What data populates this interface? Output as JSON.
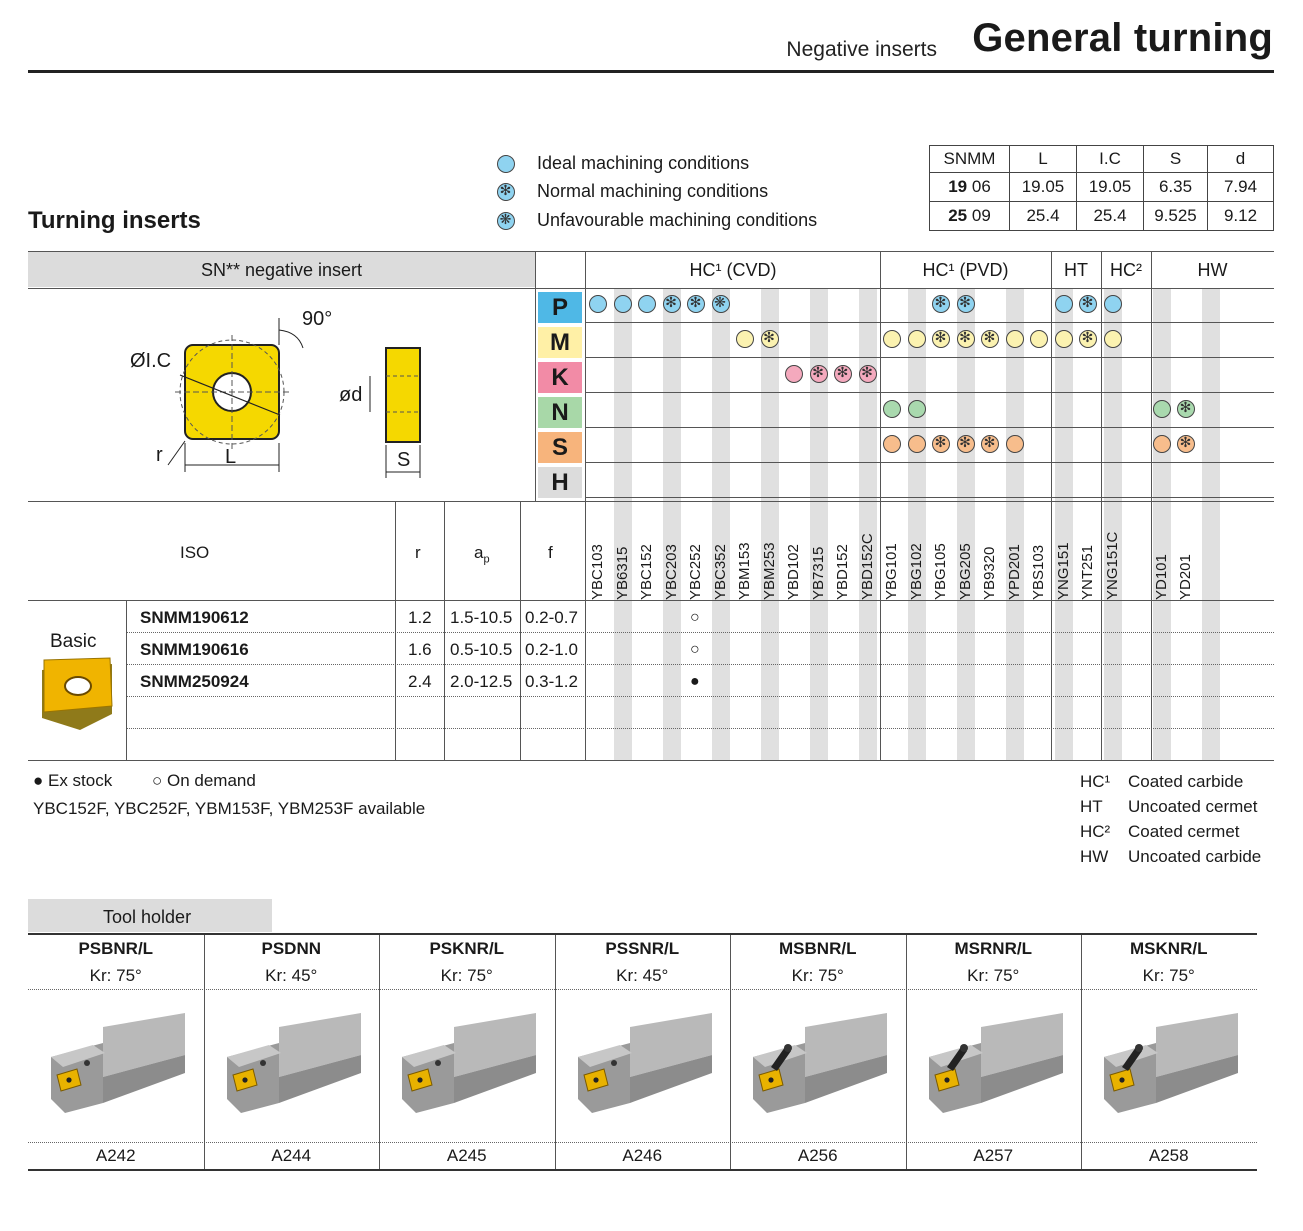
{
  "header": {
    "subtitle": "Negative inserts",
    "title": "General turning"
  },
  "section_title": "Turning inserts",
  "legend": [
    {
      "label": "Ideal machining conditions",
      "kind": "ideal"
    },
    {
      "label": "Normal machining conditions",
      "kind": "normal"
    },
    {
      "label": "Unfavourable machining conditions",
      "kind": "unfav"
    }
  ],
  "dimensions": {
    "headers": [
      "SNMM",
      "L",
      "I.C",
      "S",
      "d"
    ],
    "rows": [
      {
        "size": "19",
        "code": "06",
        "L": "19.05",
        "IC": "19.05",
        "S": "6.35",
        "d": "7.94"
      },
      {
        "size": "25",
        "code": "09",
        "L": "25.4",
        "IC": "25.4",
        "S": "9.525",
        "d": "9.12"
      }
    ]
  },
  "insert_header": "SN** negative insert",
  "drawing_labels": {
    "angle": "90°",
    "ic": "ØI.C",
    "r": "r",
    "L": "L",
    "d": "ød",
    "s": "S"
  },
  "groups": [
    {
      "label": "HC¹ (CVD)"
    },
    {
      "label": "HC¹ (PVD)"
    },
    {
      "label": "HT"
    },
    {
      "label": "HC²"
    },
    {
      "label": "HW"
    }
  ],
  "materials": [
    {
      "code": "P",
      "color": "#4fb8e6"
    },
    {
      "code": "M",
      "color": "#fff0a6"
    },
    {
      "code": "K",
      "color": "#f28ba6"
    },
    {
      "code": "N",
      "color": "#a8d8a8"
    },
    {
      "code": "S",
      "color": "#f7b47c"
    },
    {
      "code": "H",
      "color": "#dcdcdc"
    }
  ],
  "dot_colors": {
    "P": "#8fd3f0",
    "M": "#fbf2b0",
    "K": "#f4a9bd",
    "N": "#a9d9ae",
    "S": "#f7bd8c"
  },
  "grades": [
    "YBC103",
    "YB6315",
    "YBC152",
    "YBC203",
    "YBC252",
    "YBC352",
    "YBM153",
    "YBM253",
    "YBD102",
    "YB7315",
    "YBD152",
    "YBD152C",
    "YBG101",
    "YBG102",
    "YBG105",
    "YBG205",
    "YB9320",
    "YPD201",
    "YBS103",
    "YNG151",
    "YNT251",
    "YNG151C",
    "",
    "YD101",
    "YD201",
    ""
  ],
  "matrix": {
    "P": [
      "ideal",
      "ideal",
      "ideal",
      "normal",
      "normal",
      "unfav",
      "",
      "",
      "",
      "",
      "",
      "",
      "",
      "",
      "normal",
      "normal",
      "",
      "",
      "",
      "ideal",
      "normal",
      "ideal",
      "",
      "",
      "",
      ""
    ],
    "M": [
      "",
      "",
      "",
      "",
      "",
      "",
      "ideal",
      "normal",
      "",
      "",
      "",
      "",
      "ideal",
      "ideal",
      "normal",
      "normal",
      "normal",
      "ideal",
      "ideal",
      "ideal",
      "normal",
      "ideal",
      "",
      "",
      "",
      ""
    ],
    "K": [
      "",
      "",
      "",
      "",
      "",
      "",
      "",
      "",
      "ideal",
      "normal",
      "normal",
      "normal",
      "",
      "",
      "",
      "",
      "",
      "",
      "",
      "",
      "",
      "",
      "",
      "",
      "",
      ""
    ],
    "N": [
      "",
      "",
      "",
      "",
      "",
      "",
      "",
      "",
      "",
      "",
      "",
      "",
      "ideal",
      "ideal",
      "",
      "",
      "",
      "",
      "",
      "",
      "",
      "",
      "",
      "ideal",
      "normal",
      ""
    ],
    "S": [
      "",
      "",
      "",
      "",
      "",
      "",
      "",
      "",
      "",
      "",
      "",
      "",
      "ideal",
      "ideal",
      "normal",
      "normal",
      "normal",
      "ideal",
      "",
      "",
      "",
      "",
      "",
      "ideal",
      "normal",
      ""
    ]
  },
  "iso_table": {
    "headers": {
      "iso": "ISO",
      "r": "r",
      "ap": "a",
      "ap_sub": "p",
      "f": "f"
    },
    "group_label": "Basic",
    "rows": [
      {
        "iso": "SNMM190612",
        "r": "1.2",
        "ap": "1.5-10.5",
        "f": "0.2-0.7",
        "mark": "○"
      },
      {
        "iso": "SNMM190616",
        "r": "1.6",
        "ap": "0.5-10.5",
        "f": "0.2-1.0",
        "mark": "○"
      },
      {
        "iso": "SNMM250924",
        "r": "2.4",
        "ap": "2.0-12.5",
        "f": "0.3-1.2",
        "mark": "●"
      }
    ]
  },
  "notes": {
    "ex_stock": "● Ex stock",
    "on_demand": "○ On demand",
    "available": "YBC152F, YBC252F, YBM153F, YBM253F available"
  },
  "abbrev": [
    {
      "code": "HC¹",
      "desc": "Coated carbide"
    },
    {
      "code": "HT",
      "desc": "Uncoated cermet"
    },
    {
      "code": "HC²",
      "desc": "Coated cermet"
    },
    {
      "code": "HW",
      "desc": "Uncoated carbide"
    }
  ],
  "tool_holder": {
    "title": "Tool holder",
    "items": [
      {
        "name": "PSBNR/L",
        "kr": "Kr: 75°",
        "code": "A242",
        "clamp": "screw"
      },
      {
        "name": "PSDNN",
        "kr": "Kr: 45°",
        "code": "A244",
        "clamp": "screw"
      },
      {
        "name": "PSKNR/L",
        "kr": "Kr: 75°",
        "code": "A245",
        "clamp": "screw"
      },
      {
        "name": "PSSNR/L",
        "kr": "Kr: 45°",
        "code": "A246",
        "clamp": "screw"
      },
      {
        "name": "MSBNR/L",
        "kr": "Kr: 75°",
        "code": "A256",
        "clamp": "lever"
      },
      {
        "name": "MSRNR/L",
        "kr": "Kr: 75°",
        "code": "A257",
        "clamp": "lever"
      },
      {
        "name": "MSKNR/L",
        "kr": "Kr: 75°",
        "code": "A258",
        "clamp": "lever"
      }
    ]
  }
}
